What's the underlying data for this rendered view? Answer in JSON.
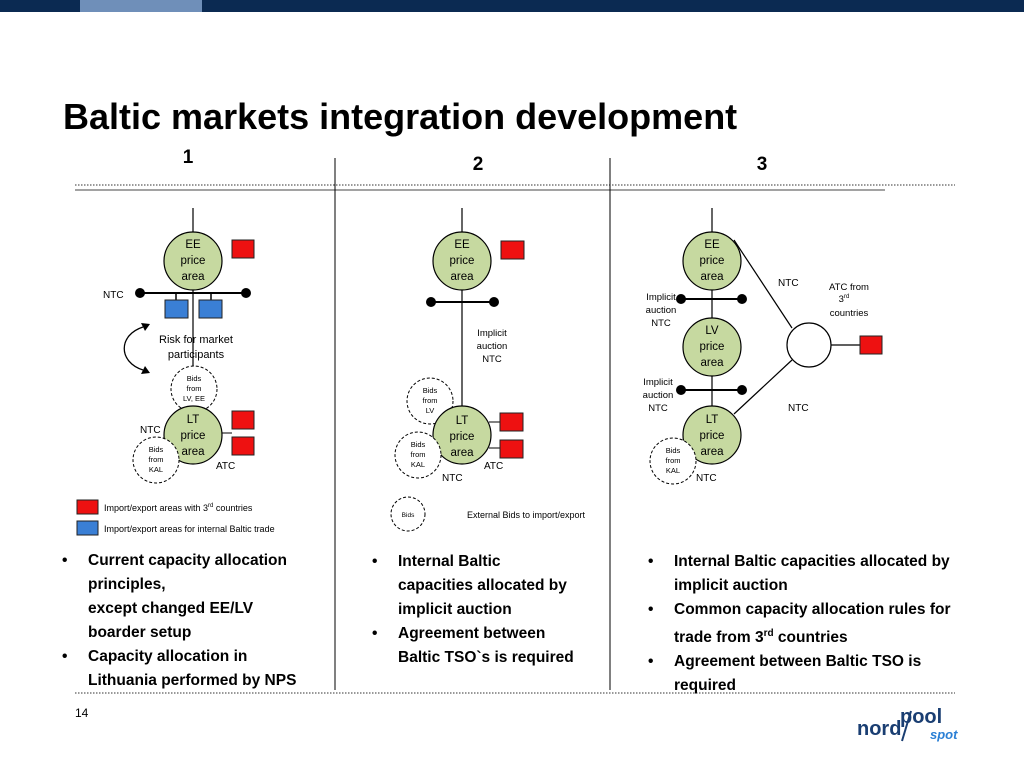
{
  "title": "Baltic markets integration development",
  "columns": [
    "1",
    "2",
    "3"
  ],
  "page_number": "14",
  "logo": {
    "word1": "nord",
    "word2": "pool",
    "word3": "spot"
  },
  "colors": {
    "import_export_third": "#ee1111",
    "internal_baltic": "#3a7fd5",
    "price_area": "#c6d9a0",
    "topbar": "#0b2a52"
  },
  "scenario1": {
    "ee_area": [
      "EE",
      "price",
      "area"
    ],
    "lt_area": [
      "LT",
      "price",
      "area"
    ],
    "ntc_top": "NTC",
    "ntc_bottom": "NTC",
    "atc": "ATC",
    "risk": [
      "Risk for market",
      "participants"
    ],
    "bids_lv_ee": [
      "Bids",
      "from",
      "LV, EE"
    ],
    "bids_kal": [
      "Bids",
      "from",
      "KAL"
    ],
    "legend": [
      {
        "text": "Import/export areas with 3",
        "sup": "rd",
        "tail": " countries"
      },
      {
        "text": "Import/export areas for internal Baltic trade",
        "sup": "",
        "tail": ""
      }
    ],
    "bullets": [
      [
        "Current capacity allocation",
        "principles,",
        "except changed EE/LV",
        "boarder setup"
      ],
      [
        "Capacity allocation in",
        "Lithuania performed by NPS"
      ]
    ]
  },
  "scenario2": {
    "ee_area": [
      "EE",
      "price",
      "area"
    ],
    "lt_area": [
      "LT",
      "price",
      "area"
    ],
    "implicit": [
      "Implicit",
      "auction",
      "NTC"
    ],
    "bids_lv": [
      "Bids",
      "from",
      "LV"
    ],
    "bids_kal": [
      "Bids",
      "from",
      "KAL"
    ],
    "atc": "ATC",
    "ntc": "NTC",
    "bids_legend": "Bids",
    "external_bids": "External Bids to import/export",
    "bullets": [
      [
        "Internal Baltic",
        "capacities allocated by",
        "implicit auction"
      ],
      [
        "Agreement between",
        "Baltic TSO`s is required"
      ]
    ]
  },
  "scenario3": {
    "ee_area": [
      "EE",
      "price",
      "area"
    ],
    "lv_area": [
      "LV",
      "price",
      "area"
    ],
    "lt_area": [
      "LT",
      "price",
      "area"
    ],
    "implicit1": [
      "Implicit",
      "auction",
      "NTC"
    ],
    "implicit2": [
      "Implicit",
      "auction",
      "NTC"
    ],
    "ntc_upper": "NTC",
    "ntc_lower": "NTC",
    "ntc_bottom": "NTC",
    "atc_third": {
      "line1": "ATC from",
      "line2": "3",
      "sup": "rd",
      "line3": "countries"
    },
    "bids_kal": [
      "Bids",
      "from",
      "KAL"
    ],
    "bullets": [
      {
        "text": [
          "Internal Baltic capacities allocated by",
          "implicit auction"
        ],
        "sup": "",
        "tail": ""
      },
      {
        "text": [
          "Common capacity allocation rules for",
          "trade from 3"
        ],
        "sup": "rd",
        "tail": " countries"
      },
      {
        "text": [
          "Agreement between Baltic TSO is",
          "required"
        ],
        "sup": "",
        "tail": ""
      }
    ]
  }
}
